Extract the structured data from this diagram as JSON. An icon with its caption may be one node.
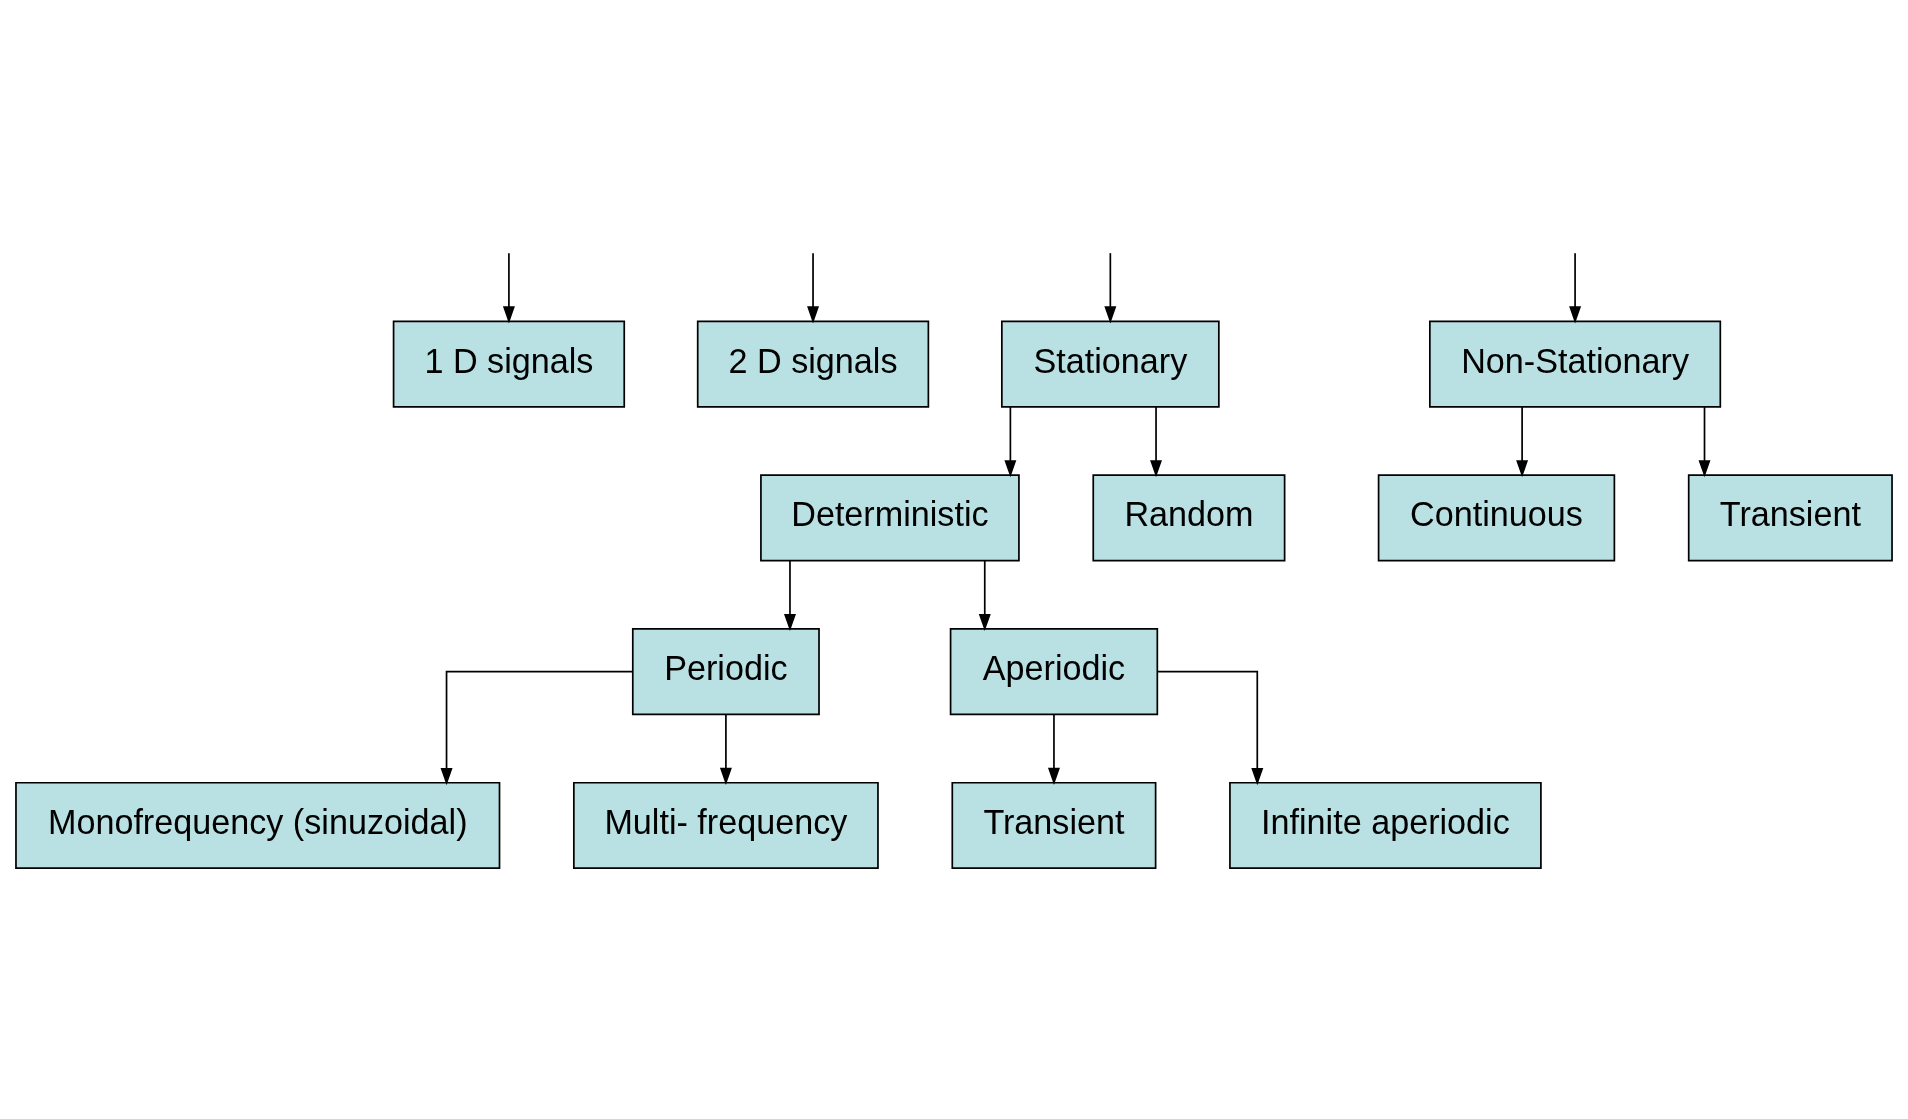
{
  "diagram": {
    "nodes": [
      {
        "text": [
          "1 D signals"
        ]
      },
      {
        "text": [
          "2 D signals"
        ]
      },
      {
        "text": [
          "Stationary"
        ]
      },
      {
        "text": [
          "Non-Stationary"
        ]
      },
      {
        "text": [
          "Deterministic"
        ]
      },
      {
        "text": [
          "Random"
        ]
      },
      {
        "text": [
          "Continuous"
        ]
      },
      {
        "text": [
          "Transient"
        ]
      },
      {
        "text": [
          "Periodic"
        ]
      },
      {
        "text": [
          "Aperiodic"
        ]
      },
      {
        "text": [
          "Monofrequency (sinuzoidal)"
        ]
      },
      {
        "text": [
          "Multi- frequency"
        ]
      },
      {
        "text": [
          "Transient"
        ]
      },
      {
        "text": [
          "Infinite aperiodic"
        ]
      }
    ],
    "edges": [
      {
        "from": null,
        "to": 0,
        "arrow": "to"
      },
      {
        "from": null,
        "to": 1,
        "arrow": "to"
      },
      {
        "from": null,
        "to": 2,
        "arrow": "to"
      },
      {
        "from": null,
        "to": 3,
        "arrow": "to"
      },
      {
        "from": 2,
        "to": 4,
        "arrow": "to"
      },
      {
        "from": 2,
        "to": 5,
        "arrow": "to"
      },
      {
        "from": 3,
        "to": 6,
        "arrow": "to"
      },
      {
        "from": 3,
        "to": 7,
        "arrow": "to"
      },
      {
        "from": 4,
        "to": 8,
        "arrow": "to"
      },
      {
        "from": 4,
        "to": 9,
        "arrow": "to"
      },
      {
        "from": 8,
        "to": 10,
        "arrow": "to"
      },
      {
        "from": 8,
        "to": 11,
        "arrow": "to"
      },
      {
        "from": 9,
        "to": 12,
        "arrow": "to"
      },
      {
        "from": 9,
        "to": 13,
        "arrow": "to"
      }
    ]
  }
}
